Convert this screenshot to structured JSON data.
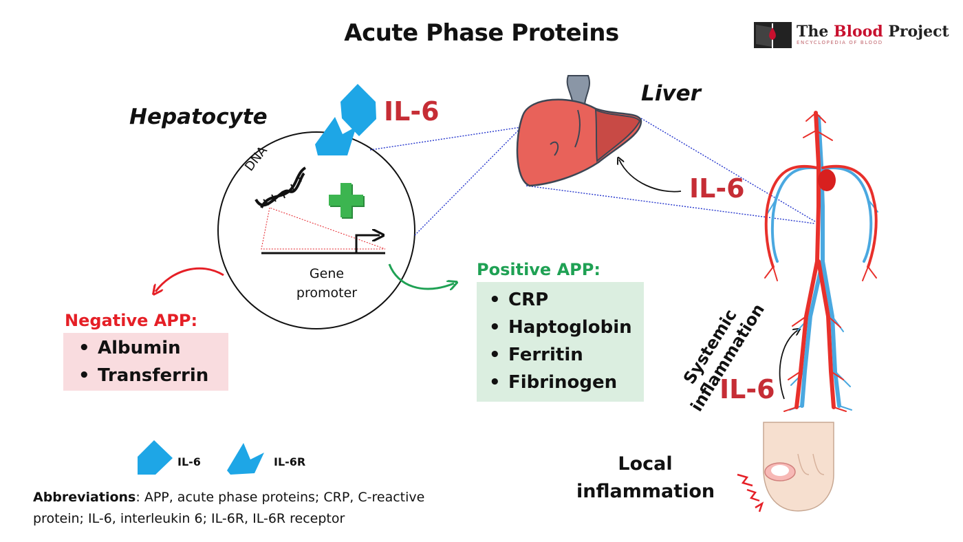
{
  "title": "Acute Phase Proteins",
  "logo": {
    "name_part1": "The ",
    "name_part2": "Blood",
    "name_part3": " Project",
    "tagline": "ENCYCLOPEDIA OF BLOOD",
    "icon": "book-blood-drop-icon",
    "color_dark": "#222222",
    "color_accent": "#c8102e"
  },
  "hepatocyte_label": "Hepatocyte",
  "liver_label": "Liver",
  "il6_label": "IL-6",
  "dna_label": "DNA",
  "gene_promoter_label": "Gene promoter",
  "negative_app": {
    "heading": "Negative APP:",
    "items": [
      "Albumin",
      "Transferrin"
    ],
    "heading_color": "#e51f26",
    "box_color": "#f9dcdf"
  },
  "positive_app": {
    "heading": "Positive APP:",
    "items": [
      "CRP",
      "Haptoglobin",
      "Ferritin",
      "Fibrinogen"
    ],
    "heading_color": "#1fa154",
    "box_color": "#dbeee0"
  },
  "systemic_label": "Systemic inflammation",
  "local_label": "Local inflammation",
  "legend": {
    "il6": "IL-6",
    "il6r": "IL-6R"
  },
  "abbreviations": {
    "heading": "Abbreviations",
    "text": ": APP, acute phase proteins; CRP, C-reactive protein; IL-6, interleukin 6; IL-6R, IL-6R receptor"
  },
  "colors": {
    "il6_red": "#c62d35",
    "ligand_blue": "#1ea6e6",
    "plus_green": "#33a84a",
    "artery_red": "#e8302b",
    "vein_blue": "#4aa8e0",
    "liver_fill": "#e8625a"
  }
}
